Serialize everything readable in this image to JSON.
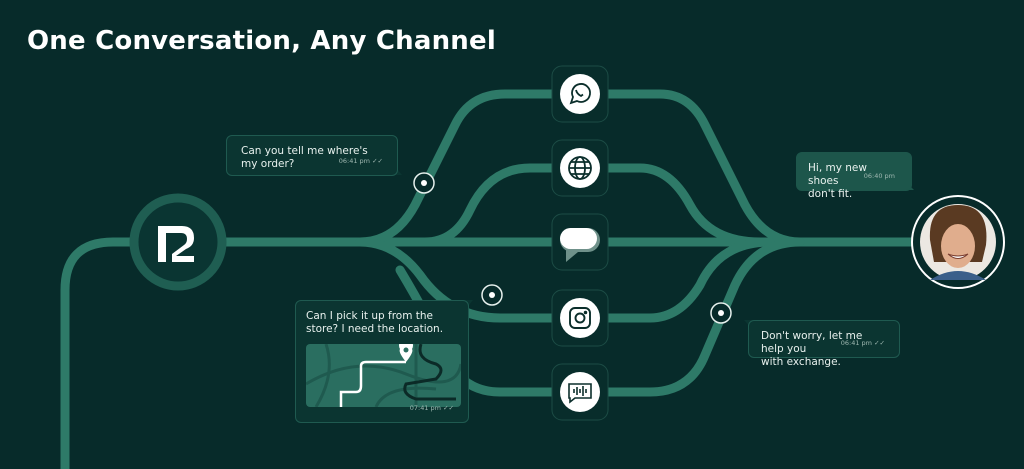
{
  "header": {
    "title": "One Conversation, Any Channel"
  },
  "colors": {
    "background": "#072b2a",
    "track": "#2e7a68",
    "bubble": "#0b3531",
    "bubble_customer": "#1d564b"
  },
  "brand": {
    "logo_icon": "r2-logo-icon"
  },
  "channels": [
    {
      "name": "whatsapp",
      "icon": "whatsapp-icon"
    },
    {
      "name": "web",
      "icon": "globe-icon"
    },
    {
      "name": "sms",
      "icon": "message-bubble-icon"
    },
    {
      "name": "instagram",
      "icon": "instagram-icon"
    },
    {
      "name": "voice",
      "icon": "voice-message-icon"
    }
  ],
  "messages": [
    {
      "text": "Can you tell me where's\nmy order?",
      "time": "06:41 pm",
      "read": true
    },
    {
      "text": "Can I pick it up from the\nstore? I need the location.",
      "time": "07:41 pm",
      "read": true,
      "attachment": "map-with-location-pin"
    },
    {
      "text": "Hi, my new shoes\ndon't fit.",
      "time": "06:40 pm",
      "read": false
    },
    {
      "text": "Don't worry, let me help you\nwith exchange.",
      "time": "06:41 pm",
      "read": true
    }
  ],
  "customer": {
    "avatar_icon": "customer-avatar"
  }
}
